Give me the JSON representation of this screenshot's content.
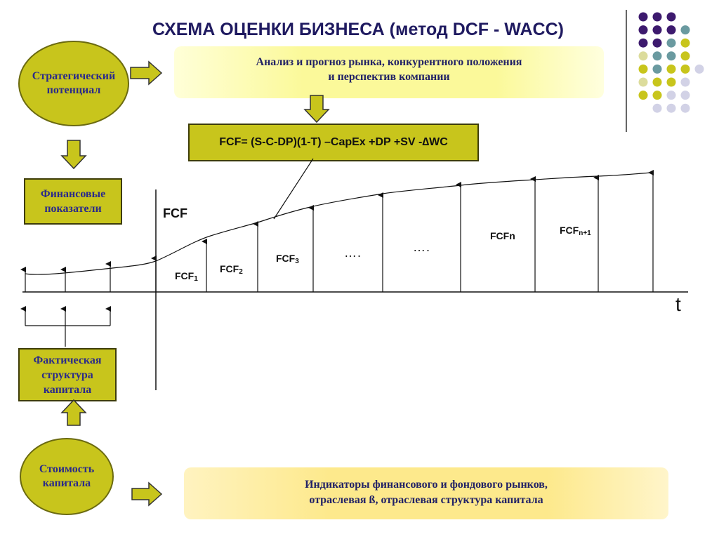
{
  "title": "СХЕМА ОЦЕНКИ БИЗНЕСА (метод DCF - WACC)",
  "strategic": [
    "Стратегический",
    "потенциал"
  ],
  "financial": [
    "Финансовые",
    "показатели"
  ],
  "actual_structure": [
    "Фактическая",
    "структура",
    "капитала"
  ],
  "capital_cost": [
    "Стоимость",
    "капитала"
  ],
  "market_analysis": [
    "Анализ и прогноз рынка, конкурентного положения",
    "и перспектив компании"
  ],
  "indicators": [
    "Индикаторы финансового и фондового рынков,",
    "отраслевая  ß, отраслевая структура капитала"
  ],
  "formula": "FCF= (S-C-DP)(1-T) –CapEx +DP +SV -∆WC",
  "axis": {
    "y_label": "FCF",
    "x_label": "t"
  },
  "flows": [
    {
      "base": "FCF",
      "sub": "1"
    },
    {
      "base": "FCF",
      "sub": "2"
    },
    {
      "base": "FCF",
      "sub": "3"
    },
    {
      "base": "FCFn",
      "sub": ""
    },
    {
      "base": "FCF",
      "sub": "n+1"
    }
  ],
  "ellipsis": [
    "….",
    "…."
  ],
  "colors": {
    "olive": "#c8c51c",
    "title": "#1f1a60",
    "text_blue": "#2a2a8a",
    "dot_purple": "#3d1a6e",
    "dot_teal": "#6a9aa0",
    "dot_yellow": "#c8c51c",
    "dot_lilac": "#d2d2e6",
    "dot_pale": "#dcdc9c"
  }
}
